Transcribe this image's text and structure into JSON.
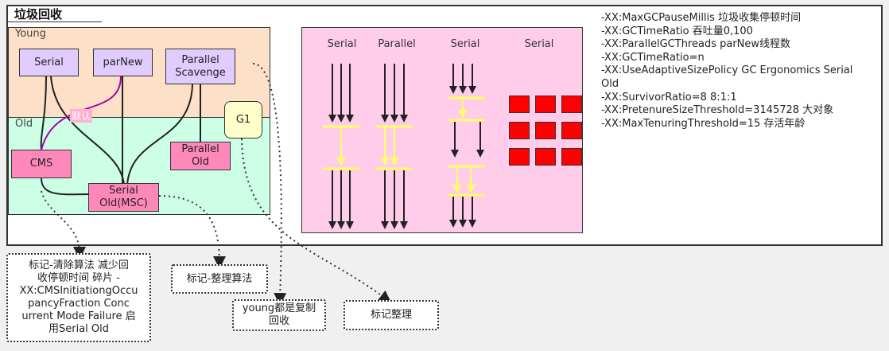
{
  "title": "垃圾回收",
  "zones": {
    "young": "Young",
    "old": "Old"
  },
  "collectors": {
    "serial": "Serial",
    "parnew": "parNew",
    "parallel_scavenge_1": "Parallel",
    "parallel_scavenge_2": "Scavenge",
    "g1": "G1",
    "cms": "CMS",
    "parallel_old_1": "Parallel",
    "parallel_old_2": "Old",
    "serial_old_1": "Serial",
    "serial_old_2": "Old(MSC)"
  },
  "default_tag": "默认",
  "panel_columns": [
    "Serial",
    "Parallel",
    "Serial",
    "Serial"
  ],
  "params": [
    "-XX:MaxGCPauseMillis 垃圾收集停顿时间",
    "-XX:GCTimeRatio  吞吐量0,100",
    "-XX:ParallelGCThreads parNew线程数",
    "-XX:GCTimeRatio=n",
    " -XX:UseAdaptiveSizePolicy GC Ergonomics Serial",
    "Old",
    "-XX:SurvivorRatio=8  8:1:1",
    "-XX:PretenureSizeThreshold=3145728 大对象",
    "-XX:MaxTenuringThreshold=15 存活年龄"
  ],
  "notes": {
    "cms": [
      "标记-清除算法  减少回",
      "收停顿时间  碎片 -",
      "XX:CMSInitiationgOccu",
      "pancyFraction  Conc",
      "urrent Mode Failure 启",
      "用Serial Old"
    ],
    "serial_old": "标记-整理算法",
    "young": [
      "young都是复制",
      "回收"
    ],
    "g1": "标记整理"
  },
  "colors": {
    "purple_box": "#e0ccff",
    "pink_box": "#ff88bb",
    "young_zone": "#fde0c8",
    "old_zone": "#ccffe6",
    "panel_bg": "#ffccea",
    "arrow_yellow": "#ffff66",
    "red_block": "#ff0000"
  }
}
